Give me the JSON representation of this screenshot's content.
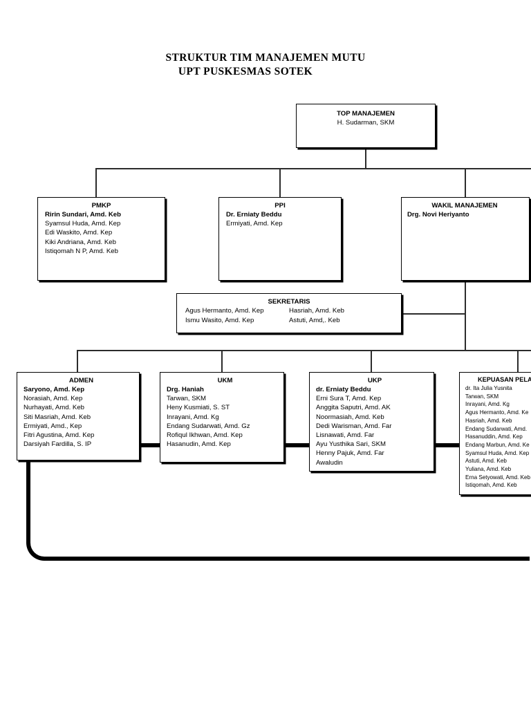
{
  "document": {
    "title_line_1": "STRUKTUR TIM MANAJEMEN MUTU",
    "title_line_2": "UPT PUSKESMAS SOTEK"
  },
  "chart_data": {
    "type": "diagram",
    "diagram_kind": "organizational-chart",
    "title": "STRUKTUR TIM MANAJEMEN MUTU UPT PUSKESMAS SOTEK",
    "nodes": [
      {
        "id": "top-manajemen",
        "header": "TOP MANAJEMEN",
        "members": [
          {
            "name": "H. Sudarman, SKM",
            "bold": false
          }
        ]
      },
      {
        "id": "pmkp",
        "header": "PMKP",
        "members": [
          {
            "name": "Ririn Sundari, Amd. Keb",
            "bold": true
          },
          {
            "name": "Syamsul Huda, Amd. Kep",
            "bold": false
          },
          {
            "name": "Edi Waskito, Amd. Kep",
            "bold": false
          },
          {
            "name": "Kiki Andriana, Amd. Keb",
            "bold": false
          },
          {
            "name": "Istiqomah N P, Amd. Keb",
            "bold": false
          }
        ]
      },
      {
        "id": "ppi",
        "header": "PPI",
        "members": [
          {
            "name": "Dr. Erniaty Beddu",
            "bold": true
          },
          {
            "name": "Ermiyati, Amd. Kep",
            "bold": false
          }
        ]
      },
      {
        "id": "wakil-manajemen",
        "header": "WAKIL MANAJEMEN",
        "members": [
          {
            "name": "Drg. Novi Heriyanto",
            "bold": true
          }
        ]
      },
      {
        "id": "sekretaris",
        "header": "SEKRETARIS",
        "member_rows": [
          {
            "col1": "Agus Hermanto, Amd. Kep",
            "col2": "Hasriah, Amd. Keb"
          },
          {
            "col1": "Ismu Wasito, Amd. Kep",
            "col2": "Astuti, Amd,. Keb"
          }
        ]
      },
      {
        "id": "admen",
        "header": "ADMEN",
        "members": [
          {
            "name": "Saryono, Amd. Kep",
            "bold": true
          },
          {
            "name": "Norasiah, Amd. Kep",
            "bold": false
          },
          {
            "name": "Nurhayati, Amd. Keb",
            "bold": false
          },
          {
            "name": "Siti Masriah, Amd. Keb",
            "bold": false
          },
          {
            "name": "Ermiyati, Amd., Kep",
            "bold": false
          },
          {
            "name": "Fitri Agustina, Amd. Kep",
            "bold": false
          },
          {
            "name": "Darsiyah Fardilla, S. IP",
            "bold": false
          }
        ]
      },
      {
        "id": "ukm",
        "header": "UKM",
        "members": [
          {
            "name": "Drg. Haniah",
            "bold": true
          },
          {
            "name": "Tarwan, SKM",
            "bold": false
          },
          {
            "name": "Heny Kusmiati, S. ST",
            "bold": false
          },
          {
            "name": "Inrayani, Amd. Kg",
            "bold": false
          },
          {
            "name": "Endang Sudarwati, Amd. Gz",
            "bold": false
          },
          {
            "name": "Rofiqul Ikhwan, Amd. Kep",
            "bold": false
          },
          {
            "name": "Hasanudin, Amd. Kep",
            "bold": false
          }
        ]
      },
      {
        "id": "ukp",
        "header": "UKP",
        "members": [
          {
            "name": "dr. Erniaty Beddu",
            "bold": true
          },
          {
            "name": "Erni Sura T, Amd. Kep",
            "bold": false
          },
          {
            "name": "Anggita Saputri, Amd. AK",
            "bold": false
          },
          {
            "name": "Noormasiah, Amd. Keb",
            "bold": false
          },
          {
            "name": "Dedi Warisman, Amd. Far",
            "bold": false
          },
          {
            "name": "Lisnawati, Amd. Far",
            "bold": false
          },
          {
            "name": "Ayu Yusthika Sari, SKM",
            "bold": false
          },
          {
            "name": "Henny Pajuk, Amd. Far",
            "bold": false
          },
          {
            "name": "Awaludin",
            "bold": false
          }
        ]
      },
      {
        "id": "kepuasan-pelanggan",
        "header": "KEPUASAN PELA",
        "members": [
          {
            "name": "dr. Ita Julia Yusnita",
            "bold": false
          },
          {
            "name": "Tarwan, SKM",
            "bold": false
          },
          {
            "name": "Inrayani, Amd. Kg",
            "bold": false
          },
          {
            "name": "Agus Hermanto, Amd. Ke",
            "bold": false
          },
          {
            "name": "Hasriah, Amd. Keb",
            "bold": false
          },
          {
            "name": "Endang Sudarwati, Amd. ",
            "bold": false
          },
          {
            "name": "Hasanuddin, Amd. Kep",
            "bold": false
          },
          {
            "name": "Endang Marbun, Amd. Ke",
            "bold": false
          },
          {
            "name": "Syamsul Huda, Amd. Kep",
            "bold": false
          },
          {
            "name": "Astuti, Amd. Keb",
            "bold": false
          },
          {
            "name": "Yuliana, Amd. Keb",
            "bold": false
          },
          {
            "name": "Erna Setyowati, Amd. Keb",
            "bold": false
          },
          {
            "name": "Istiqomah, Amd. Keb",
            "bold": false
          }
        ]
      }
    ],
    "edges": [
      {
        "from": "top-manajemen",
        "to": "pmkp"
      },
      {
        "from": "top-manajemen",
        "to": "ppi"
      },
      {
        "from": "top-manajemen",
        "to": "wakil-manajemen"
      },
      {
        "from": "wakil-manajemen",
        "to": "sekretaris"
      },
      {
        "from": "wakil-manajemen",
        "to": "admen"
      },
      {
        "from": "wakil-manajemen",
        "to": "ukm"
      },
      {
        "from": "wakil-manajemen",
        "to": "ukp"
      },
      {
        "from": "wakil-manajemen",
        "to": "kepuasan-pelanggan"
      },
      {
        "from": "admen",
        "to": "ukm"
      },
      {
        "from": "ukm",
        "to": "ukp"
      },
      {
        "from": "ukp",
        "to": "kepuasan-pelanggan"
      },
      {
        "from": "admen",
        "to": "return-path"
      }
    ],
    "colors": {
      "background": "#ffffff",
      "box_border": "#000000",
      "text": "#000000",
      "connector": "#2b2b2b",
      "thick_connector": "#000000"
    }
  }
}
